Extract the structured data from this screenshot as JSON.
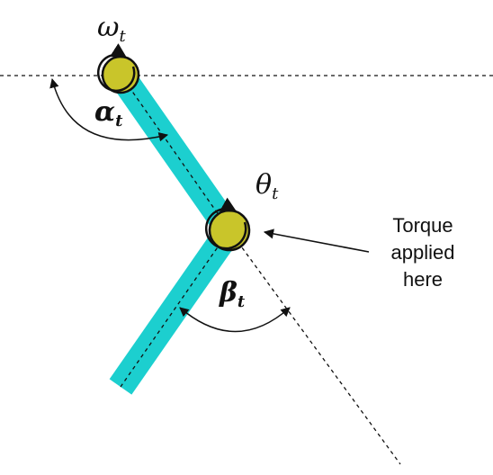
{
  "labels": {
    "omega": "ω",
    "omega_sub": "t",
    "alpha": "α",
    "alpha_sub": "t",
    "theta": "θ",
    "theta_sub": "t",
    "beta": "β",
    "beta_sub": "t"
  },
  "annotation": {
    "line1": "Torque",
    "line2": "applied",
    "line3": "here"
  },
  "colors": {
    "link": "#1ccfcf",
    "joint": "#c9c52a",
    "stroke": "#111111",
    "background": "#ffffff"
  }
}
